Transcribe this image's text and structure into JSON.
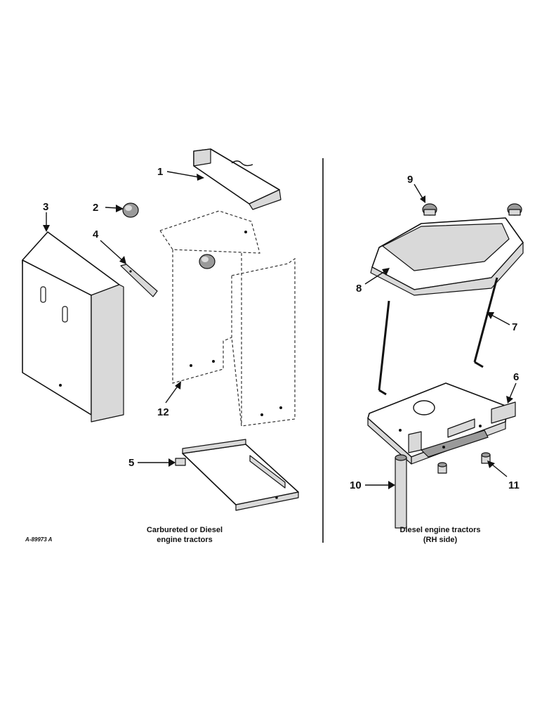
{
  "callouts": {
    "c1": "1",
    "c2": "2",
    "c3": "3",
    "c4": "4",
    "c5": "5",
    "c6": "6",
    "c7": "7",
    "c8": "8",
    "c9": "9",
    "c10": "10",
    "c11": "11",
    "c12": "12"
  },
  "captions": {
    "left_line1": "Carbureted or Diesel",
    "left_line2": "engine tractors",
    "right_line1": "Diesel engine tractors",
    "right_line2": "(RH side)"
  },
  "reference_code": "A-89973 A"
}
